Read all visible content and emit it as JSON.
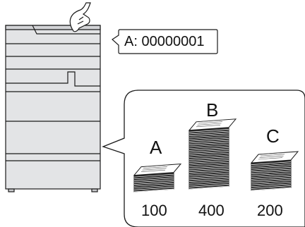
{
  "counter": {
    "text": "A: 00000001"
  },
  "stacks": [
    {
      "letter": "A",
      "count": "100"
    },
    {
      "letter": "B",
      "count": "400"
    },
    {
      "letter": "C",
      "count": "200"
    }
  ],
  "colors": {
    "printer_body": "#e3e4e6",
    "printer_shade": "#c9cacd",
    "paper": "#ffffff",
    "line": "#1a1a1a"
  }
}
